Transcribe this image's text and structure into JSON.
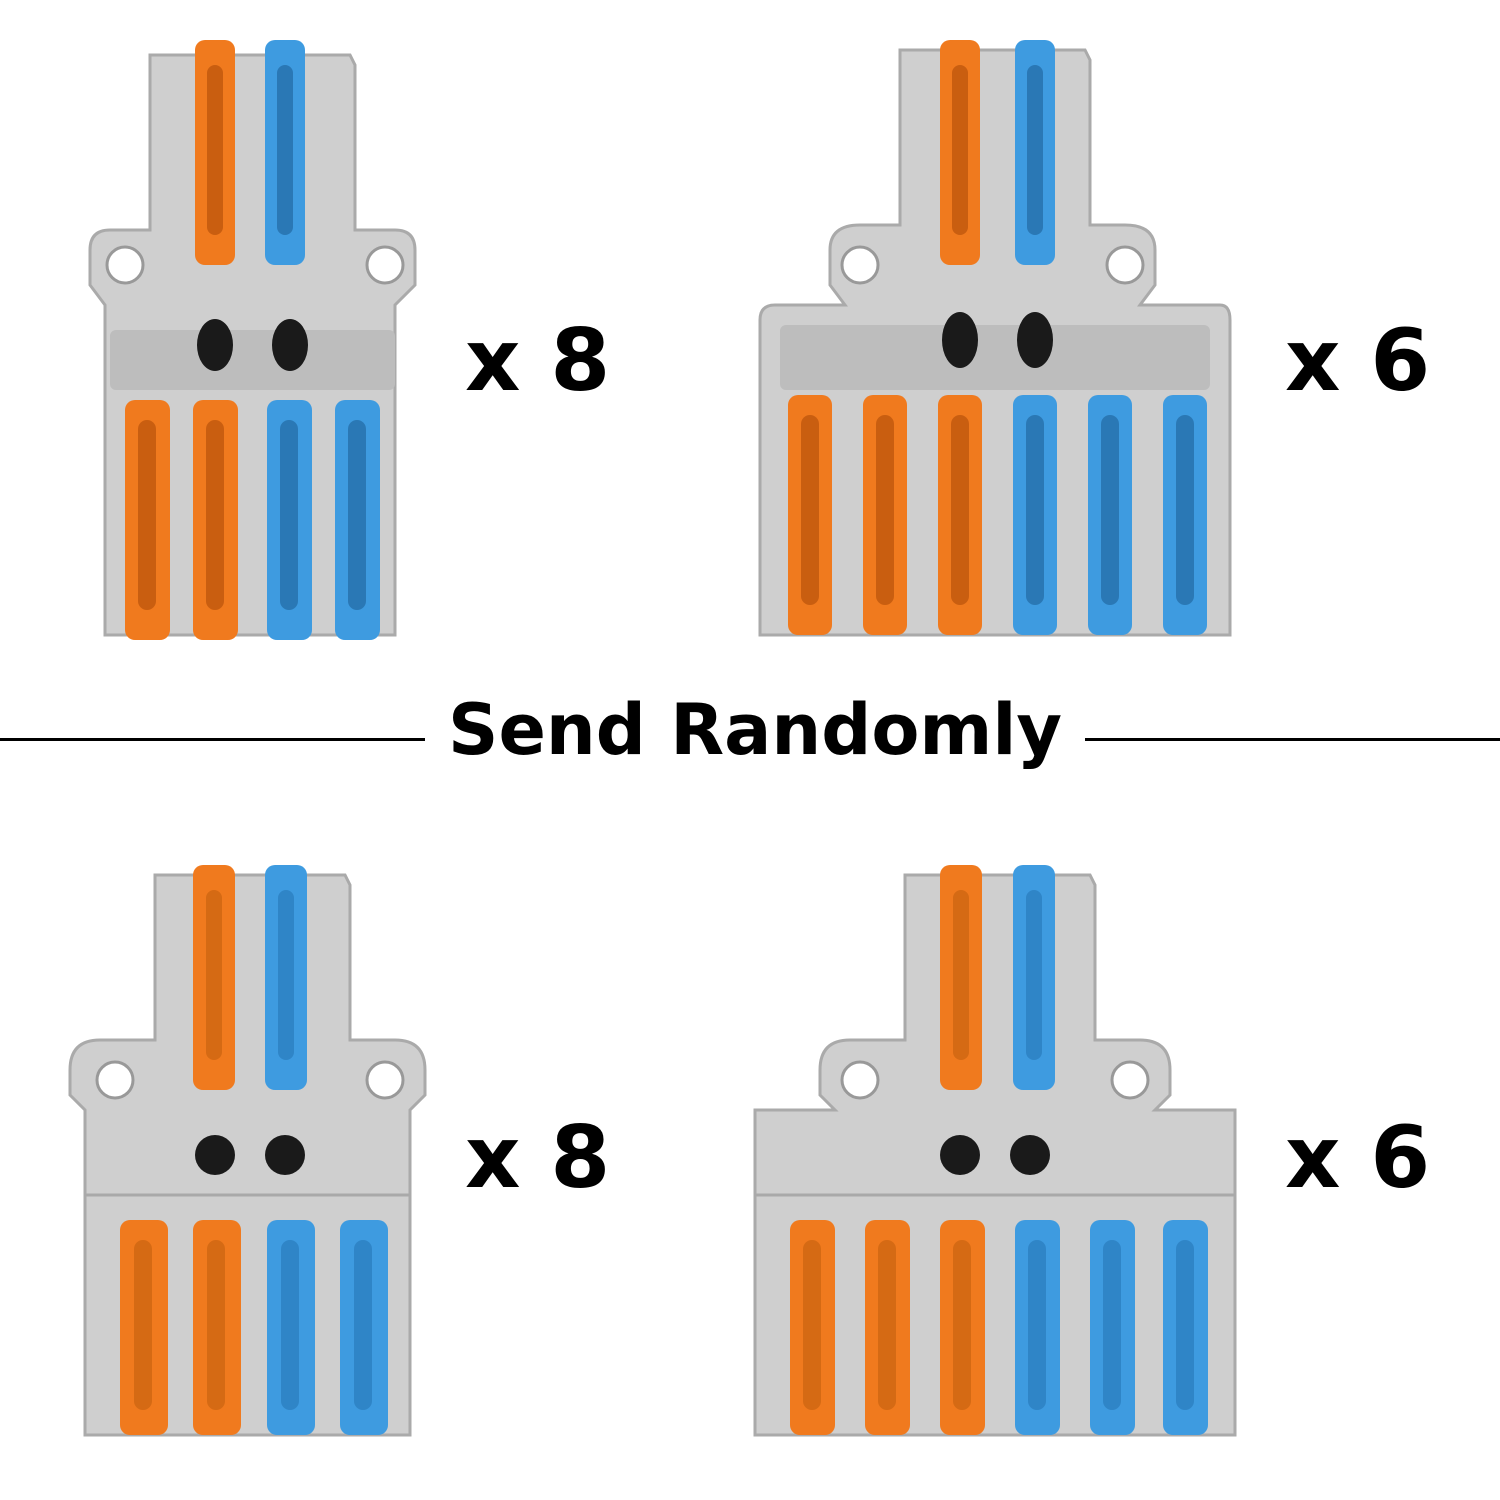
{
  "caption": "Send Randomly",
  "colors": {
    "background": "#ffffff",
    "housing": "#d3d3d3",
    "housing_dark": "#a9a9a9",
    "lever_orange": "#f07a1e",
    "lever_blue": "#3e9be0"
  },
  "products": [
    {
      "id": "top-left",
      "quantity_label": "x 8",
      "input_levers": [
        "orange",
        "blue"
      ],
      "output_levers": [
        "orange",
        "orange",
        "blue",
        "blue"
      ]
    },
    {
      "id": "top-right",
      "quantity_label": "x 6",
      "input_levers": [
        "orange",
        "blue"
      ],
      "output_levers": [
        "orange",
        "orange",
        "orange",
        "blue",
        "blue",
        "blue"
      ]
    },
    {
      "id": "bottom-left",
      "quantity_label": "x 8",
      "input_levers": [
        "orange",
        "blue"
      ],
      "output_levers": [
        "orange",
        "orange",
        "blue",
        "blue"
      ]
    },
    {
      "id": "bottom-right",
      "quantity_label": "x 6",
      "input_levers": [
        "orange",
        "blue"
      ],
      "output_levers": [
        "orange",
        "orange",
        "orange",
        "blue",
        "blue",
        "blue"
      ]
    }
  ]
}
